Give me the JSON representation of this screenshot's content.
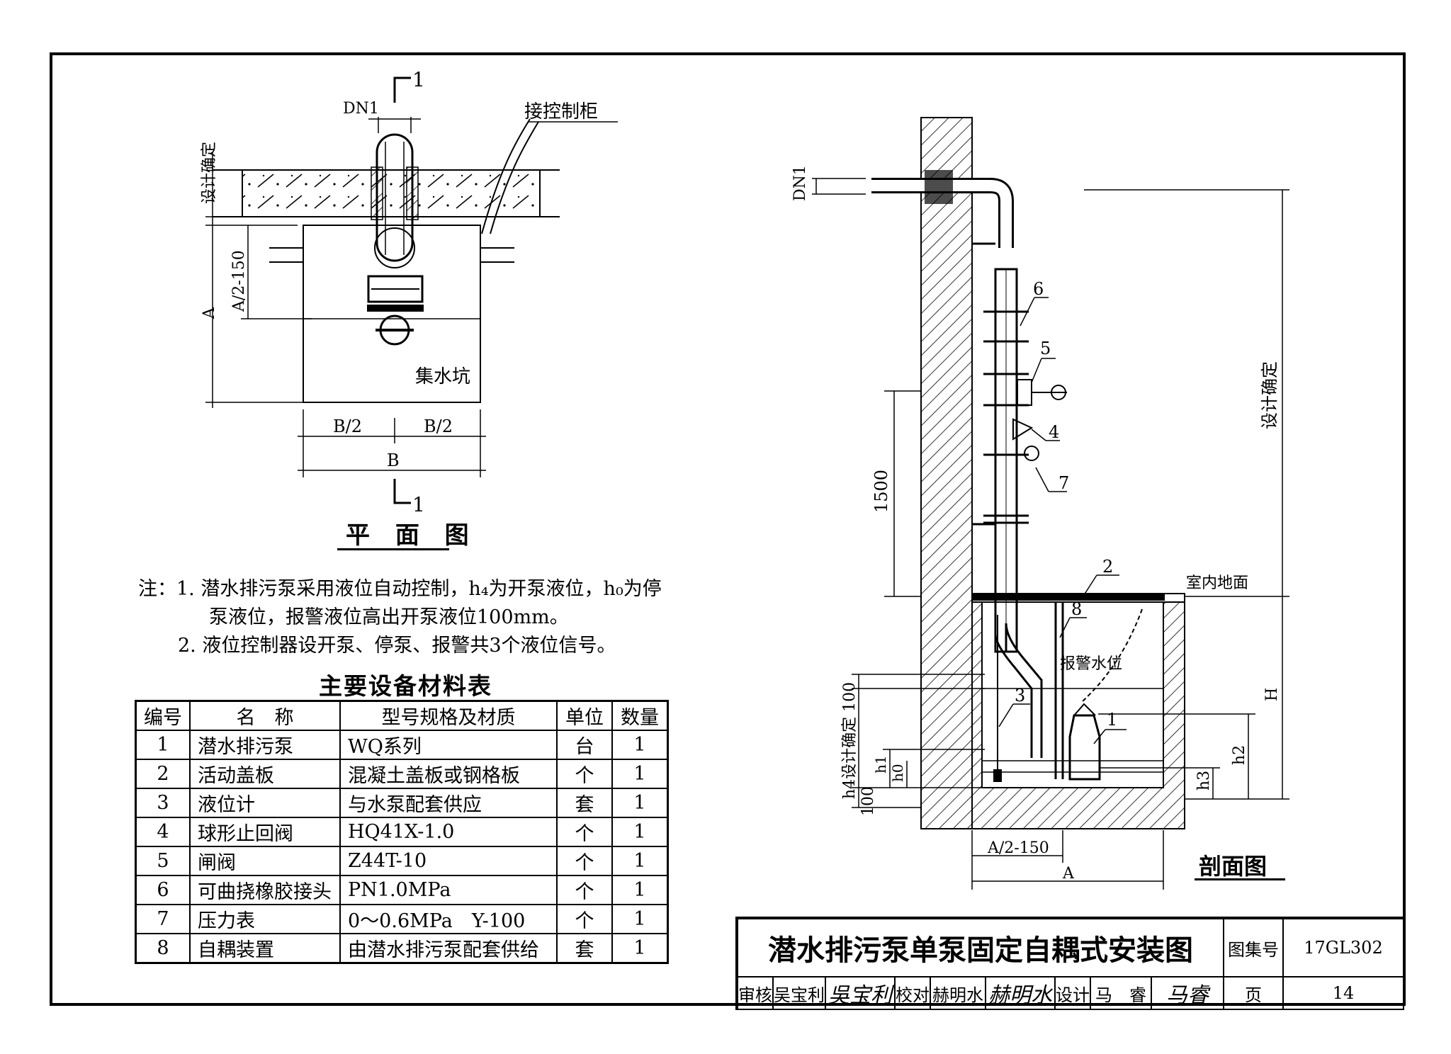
{
  "plan": {
    "title": "平 面 图",
    "labels": {
      "section_mark_top": "1",
      "section_mark_bottom": "1",
      "dn1": "DN1",
      "control_cabinet": "接控制柜",
      "design_determined": "设计确定",
      "dim_a_half": "A/2-150",
      "dim_a": "A",
      "sump": "集水坑",
      "b_half_left": "B/2",
      "b_half_right": "B/2",
      "b": "B"
    }
  },
  "notes": [
    "注：1. 潜水排污泵采用液位自动控制，h₄为开泵液位，h₀为停",
    "泵液位，报警液位高出开泵液位100mm。",
    "2. 液位控制器设开泵、停泵、报警共3个液位信号。"
  ],
  "material_table": {
    "title": "主要设备材料表",
    "headers": [
      "编号",
      "名　称",
      "型号规格及材质",
      "单位",
      "数量"
    ],
    "rows": [
      [
        "1",
        "潜水排污泵",
        "WQ系列",
        "台",
        "1"
      ],
      [
        "2",
        "活动盖板",
        "混凝土盖板或钢格板",
        "个",
        "1"
      ],
      [
        "3",
        "液位计",
        "与水泵配套供应",
        "套",
        "1"
      ],
      [
        "4",
        "球形止回阀",
        "HQ41X-1.0",
        "个",
        "1"
      ],
      [
        "5",
        "闸阀",
        "Z44T-10",
        "个",
        "1"
      ],
      [
        "6",
        "可曲挠橡胶接头",
        "PN1.0MPa",
        "个",
        "1"
      ],
      [
        "7",
        "压力表",
        "0～0.6MPa　Y-100",
        "个",
        "1"
      ],
      [
        "8",
        "自耦装置",
        "由潜水排污泵配套供给",
        "套",
        "1"
      ]
    ]
  },
  "section": {
    "title": "剖面图",
    "labels": {
      "dn1": "DN1",
      "dim_1500": "1500",
      "design_determined": "设计确定",
      "indoor_floor": "室内地面",
      "alarm_level": "报警水位",
      "h": "H",
      "h1": "h1",
      "h0": "h0",
      "h2": "h2",
      "h3": "h3",
      "h4_design": "h4设计确定 100",
      "dim_100": "100",
      "a_half": "A/2-150",
      "a": "A",
      "callouts": [
        "1",
        "2",
        "3",
        "4",
        "5",
        "6",
        "7",
        "8"
      ]
    }
  },
  "title_block": {
    "drawing_title": "潜水排污泵单泵固定自耦式安装图",
    "atlas_no_label": "图集号",
    "atlas_no": "17GL302",
    "review_label": "审核",
    "reviewer": "吴宝利",
    "check_label": "校对",
    "checker": "赫明水",
    "design_label": "设计",
    "designer": "马　睿",
    "page_label": "页",
    "page": "14"
  }
}
